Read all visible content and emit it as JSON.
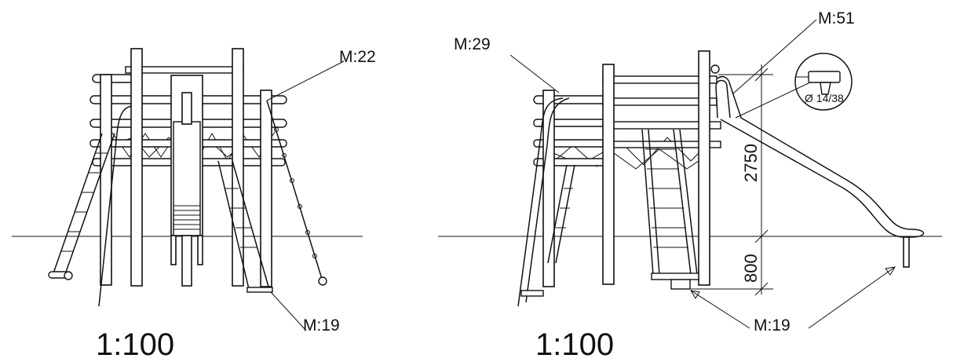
{
  "left_view": {
    "labels": {
      "top_right": "M:22",
      "bottom_right": "M:19"
    },
    "scale": "1:100"
  },
  "right_view": {
    "labels": {
      "top_left": "M:29",
      "top_right": "M:51",
      "bottom": "M:19"
    },
    "scale": "1:100",
    "dimensions": {
      "upper": "2750",
      "lower": "800"
    },
    "drill_detail": "Ø 14/38"
  }
}
